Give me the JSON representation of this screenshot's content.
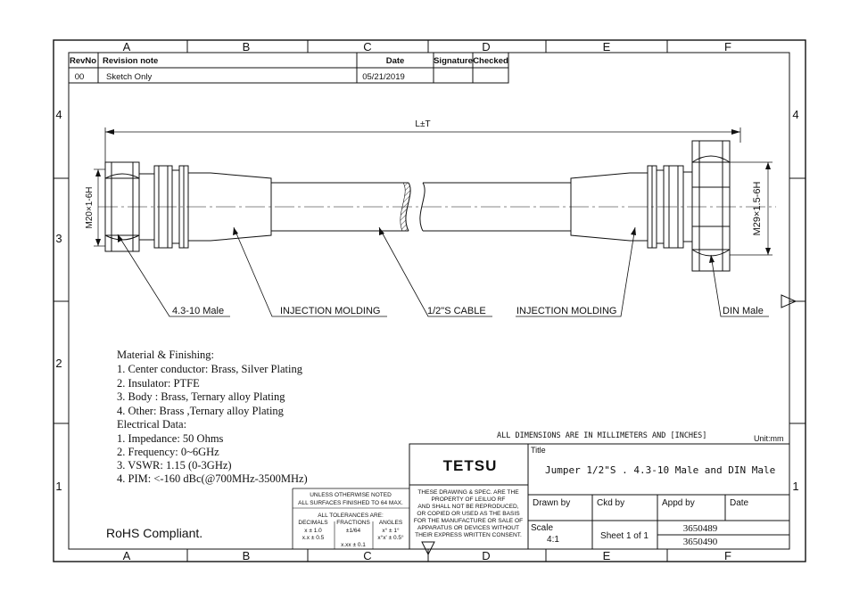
{
  "grid": {
    "columns": [
      "A",
      "B",
      "C",
      "D",
      "E",
      "F"
    ],
    "rows_left": [
      "4",
      "3",
      "2",
      "1"
    ],
    "rows_right": [
      "4",
      "1"
    ]
  },
  "revision_table": {
    "headers": [
      "RevNo",
      "Revision note",
      "Date",
      "Signature",
      "Checked"
    ],
    "rows": [
      [
        "00",
        "Sketch Only",
        "05/21/2019",
        "",
        ""
      ]
    ]
  },
  "drawing": {
    "length_label": "L±T",
    "left_thread": "M20×1-6H",
    "right_thread": "M29×1.5-6H",
    "callouts": {
      "left_connector": "4.3-10 Male",
      "left_molding": "INJECTION MOLDING",
      "cable": "1/2\"S  CABLE",
      "right_molding": "INJECTION MOLDING",
      "right_connector": "DIN Male"
    }
  },
  "specs": {
    "lines": [
      "Material & Finishing:",
      "1. Center conductor: Brass, Silver Plating",
      "2. Insulator: PTFE",
      "3. Body : Brass, Ternary alloy  Plating",
      "4. Other: Brass ,Ternary alloy Plating",
      "Electrical Data:",
      "1. Impedance: 50 Ohms",
      "2. Frequency: 0~6GHz",
      "3. VSWR:  1.15 (0-3GHz)",
      "4. PIM: <-160 dBc(@700MHz-3500MHz)"
    ],
    "rohs": "RoHS Compliant."
  },
  "tolerance_block": {
    "line1": "UNLESS OTHERWISE NOTED",
    "line2": "ALL SURFACES FINISHED TO 64 MAX.",
    "line3": "ALL TOLERANCES ARE:",
    "col_headers": [
      "DECIMALS",
      "FRACTIONS",
      "ANGLES"
    ],
    "dec1": "x ± 1.0",
    "dec2": "x.x ± 0.5",
    "dec3": "x.xx ± 0.1",
    "frac": "±1/64",
    "ang1": "x° ± 1°",
    "ang2": "x°x' ± 0.5°"
  },
  "title_block": {
    "units_note": "ALL DIMENSIONS ARE IN MILLIMETERS AND [INCHES]",
    "unit": "Unit:mm",
    "company": "TETSU",
    "title_label": "Title",
    "title": "Jumper 1/2\"S . 4.3-10 Male and DIN Male",
    "property_note": [
      "THESE DRAWING & SPEC. ARE THE",
      "PROPERTY OF LEILUO RF",
      "AND SHALL NOT BE REPRODUCED,",
      "OR COPIED OR USED AS THE BASIS",
      "FOR THE MANUFACTURE OR SALE OF",
      "APPARATUS OR DEVICES WITHOUT",
      "THEIR EXPRESS WRITTEN CONSENT."
    ],
    "drawn_by": "Drawn by",
    "ckd_by": "Ckd by",
    "appd_by": "Appd by",
    "date": "Date",
    "scale_label": "Scale",
    "scale": "4:1",
    "sheet": "Sheet 1 of 1",
    "part_no_1": "3650489",
    "part_no_2": "3650490"
  }
}
